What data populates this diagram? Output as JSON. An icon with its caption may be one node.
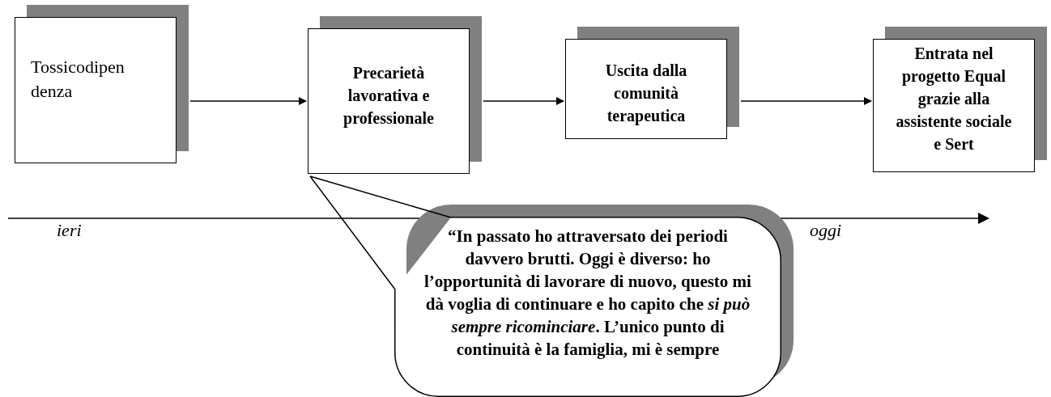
{
  "diagram": {
    "nodes": [
      {
        "text": [
          "Tossicodipen denza"
        ]
      },
      {
        "text": [
          "Precarietà lavorativa e professionale"
        ]
      },
      {
        "text": [
          "Uscita dalla comunità terapeutica"
        ]
      },
      {
        "text": [
          "Entrata nel progetto Equal grazie alla assistente sociale e Sert"
        ]
      },
      {
        "text": [
          "“In passato ho attraversato dei periodi davvero brutti. Oggi è diverso: ho l’opportunità di lavorare di nuovo, questo mi dà voglia di continuare e ho capito che *si può sempre ricominciare*. L’unico punto di continuità è la famiglia, mi è sempre"
        ]
      }
    ],
    "edges": [
      {
        "from": 0,
        "to": 1,
        "arrow": "to"
      },
      {
        "from": 1,
        "to": 2,
        "arrow": "to"
      },
      {
        "from": 2,
        "to": 3,
        "arrow": "to"
      },
      {
        "from": 4,
        "to": 1,
        "arrow": "none"
      }
    ],
    "labels": [
      "ieri",
      "oggi"
    ]
  }
}
